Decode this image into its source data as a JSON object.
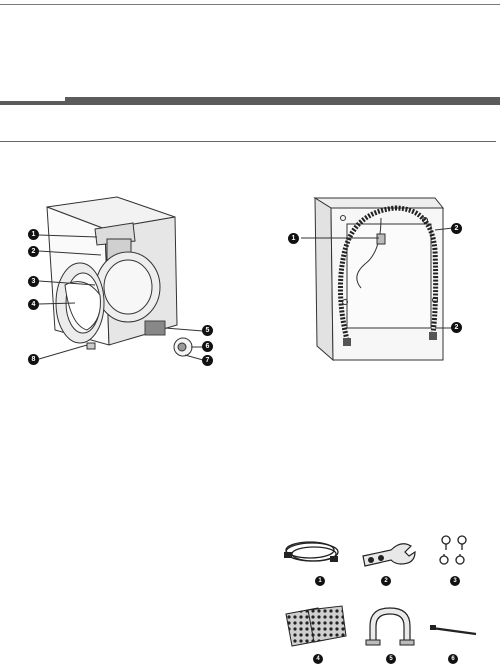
{
  "front_view": {
    "callouts": [
      "1",
      "2",
      "3",
      "4",
      "5",
      "6",
      "7",
      "8"
    ]
  },
  "back_view": {
    "callouts": [
      "1",
      "2",
      "2"
    ]
  },
  "accessories": {
    "items": [
      {
        "number": "1",
        "icon": "hose-icon"
      },
      {
        "number": "2",
        "icon": "wrench-icon"
      },
      {
        "number": "3",
        "icon": "caps-icon"
      },
      {
        "number": "4",
        "icon": "anti-slip-pad-icon"
      },
      {
        "number": "5",
        "icon": "hose-guide-icon"
      },
      {
        "number": "6",
        "icon": "cable-tie-icon"
      }
    ]
  }
}
